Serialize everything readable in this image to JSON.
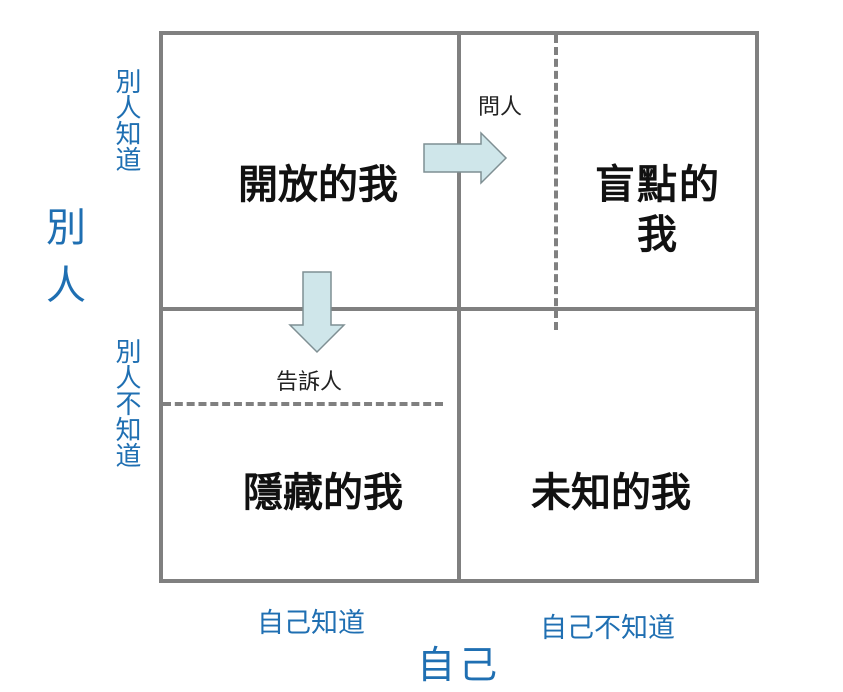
{
  "quadrants": {
    "open": "開放的我",
    "blind": "盲點的我",
    "hidden": "隱藏的我",
    "unknown": "未知的我"
  },
  "actions": {
    "ask": "問人",
    "tell": "告訴人"
  },
  "axes": {
    "others": "別人",
    "others_know": "別人知道",
    "others_dont_know": "別人不知道",
    "self": "自己",
    "self_knows": "自己知道",
    "self_doesnt_know": "自己不知道"
  },
  "colors": {
    "grid": "#808080",
    "arrow_fill": "#cfe6ea",
    "arrow_stroke": "#7f8f93",
    "axis_text": "#1f6fb2"
  }
}
